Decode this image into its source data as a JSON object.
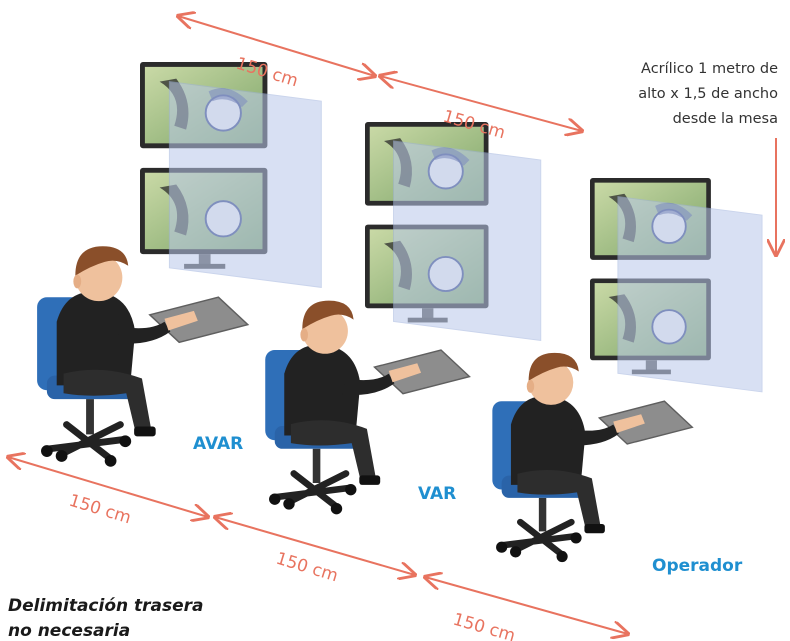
{
  "measurements": {
    "top_1": "150 cm",
    "top_2": "150 cm",
    "bottom_1": "150 cm",
    "bottom_2": "150 cm",
    "bottom_3": "150 cm"
  },
  "note": {
    "line1": "Acrílico 1 metro de",
    "line2": "alto x 1,5 de ancho",
    "line3": "desde la mesa"
  },
  "roles": {
    "avar": "AVAR",
    "var": "VAR",
    "operador": "Operador"
  },
  "caption": {
    "line1": "Delimitación trasera",
    "line2": "no necesaria"
  },
  "colors": {
    "arrow": "#e8735f",
    "role_label": "#1f8fd0",
    "acrylic": "#b9c8ea",
    "chair": "#2f6fb8",
    "shirt": "#222222",
    "hair": "#8a4f2a",
    "skin": "#efc19d",
    "screen": "#9bbf82"
  }
}
